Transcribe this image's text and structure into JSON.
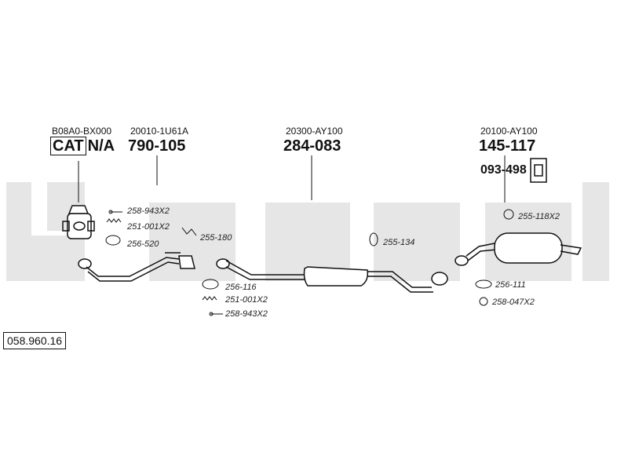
{
  "watermark": "bosal",
  "reference_number": "058.960.16",
  "headers": [
    {
      "id": "cat",
      "oe": "B08A0-BX000",
      "cat_label": "CAT",
      "part": "N/A"
    },
    {
      "id": "front",
      "oe": "20010-1U61A",
      "part": "790-105"
    },
    {
      "id": "middle",
      "oe": "20300-AY100",
      "part": "284-083"
    },
    {
      "id": "rear",
      "oe": "20100-AY100",
      "part": "145-117"
    }
  ],
  "rear_hanger_part": "093-498",
  "parts": {
    "p1": "258-943X2",
    "p2": "251-001X2",
    "p3": "256-520",
    "p4": "255-180",
    "p5": "256-116",
    "p6": "251-001X2",
    "p7": "258-943X2",
    "p8": "255-134",
    "p9": "255-118X2",
    "p10": "256-111",
    "p11": "258-047X2"
  },
  "colors": {
    "line": "#111111",
    "watermark": "#e6e6e6"
  }
}
